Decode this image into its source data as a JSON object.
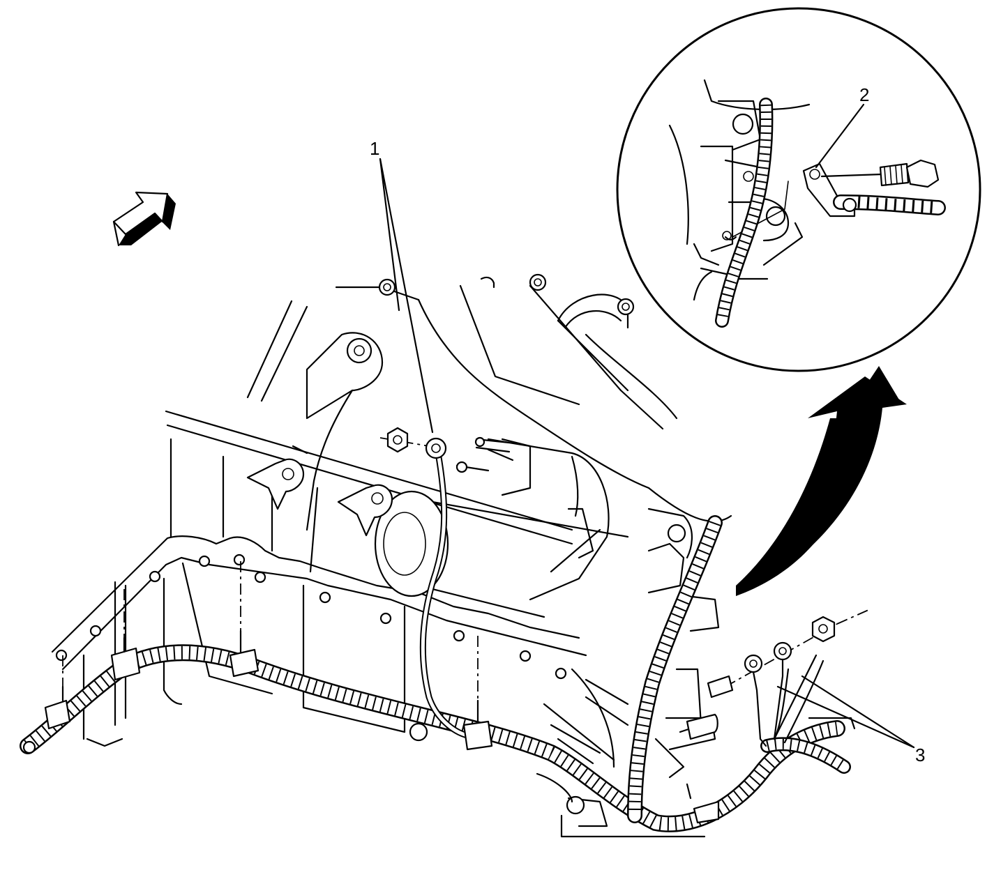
{
  "callouts": [
    {
      "id": "1",
      "label": "1"
    },
    {
      "id": "2",
      "label": "2"
    },
    {
      "id": "3",
      "label": "3"
    }
  ],
  "colors": {
    "line": "#000000",
    "background": "#ffffff"
  },
  "icons": {
    "view_direction": "view-direction-arrow-icon",
    "detail_arrow": "detail-pointer-arrow-icon"
  }
}
